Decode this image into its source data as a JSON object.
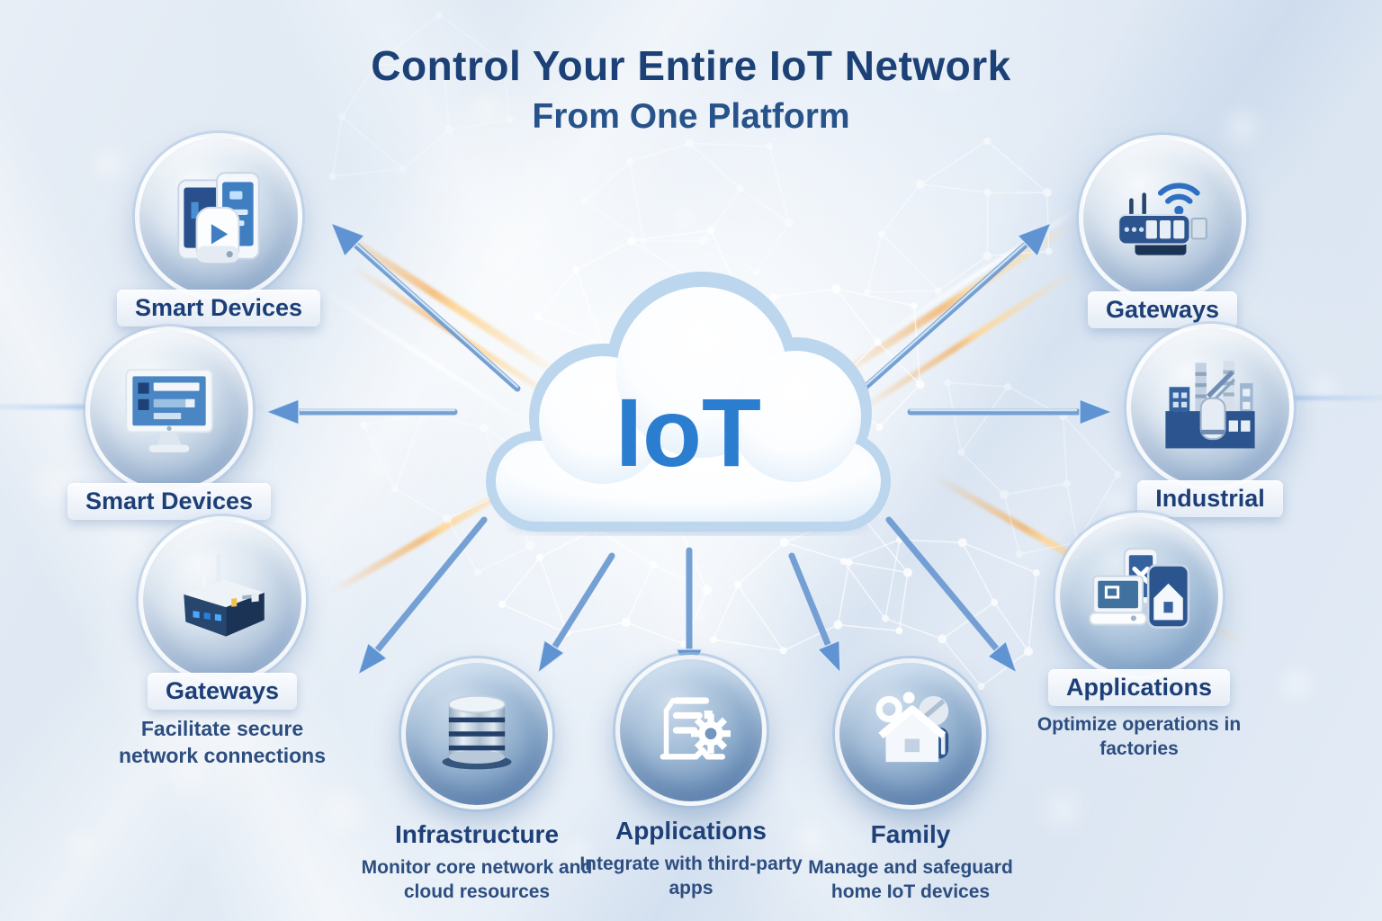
{
  "title": {
    "line1": "Control Your Entire IoT Network",
    "line2": "From One Platform"
  },
  "cloud": {
    "label": "IoT"
  },
  "nodes": [
    {
      "id": "smart-devices-mobile",
      "label": "Smart Devices",
      "sublabel": "",
      "icon": "mobile-devices-icon"
    },
    {
      "id": "smart-devices-desktop",
      "label": "Smart Devices",
      "sublabel": "",
      "icon": "desktop-computer-icon"
    },
    {
      "id": "gateways-left",
      "label": "Gateways",
      "sublabel": "Facilitate secure network connections",
      "icon": "router-icon"
    },
    {
      "id": "gateways-right",
      "label": "Gateways",
      "sublabel": "",
      "icon": "wifi-router-icon"
    },
    {
      "id": "industrial",
      "label": "Industrial",
      "sublabel": "",
      "icon": "factory-icon"
    },
    {
      "id": "applications-right",
      "label": "Applications",
      "sublabel": "Optimize operations in factories",
      "icon": "devices-icon"
    },
    {
      "id": "infrastructure",
      "label": "Infrastructure",
      "sublabel": "Monitor core network and cloud resources",
      "icon": "database-icon"
    },
    {
      "id": "applications-bottom",
      "label": "Applications",
      "sublabel": "Integrate with third-party apps",
      "icon": "document-gear-icon"
    },
    {
      "id": "family",
      "label": "Family",
      "sublabel": "Manage and safeguard home IoT devices",
      "icon": "home-family-icon"
    }
  ],
  "colors": {
    "title_navy": "#1c4176",
    "label_navy": "#1d3f77",
    "iot_blue": "#2b7dd0",
    "arrow_blue": "#6a9bd8",
    "streak_orange": "#f6a649",
    "background_light": "#e4ecf6"
  }
}
